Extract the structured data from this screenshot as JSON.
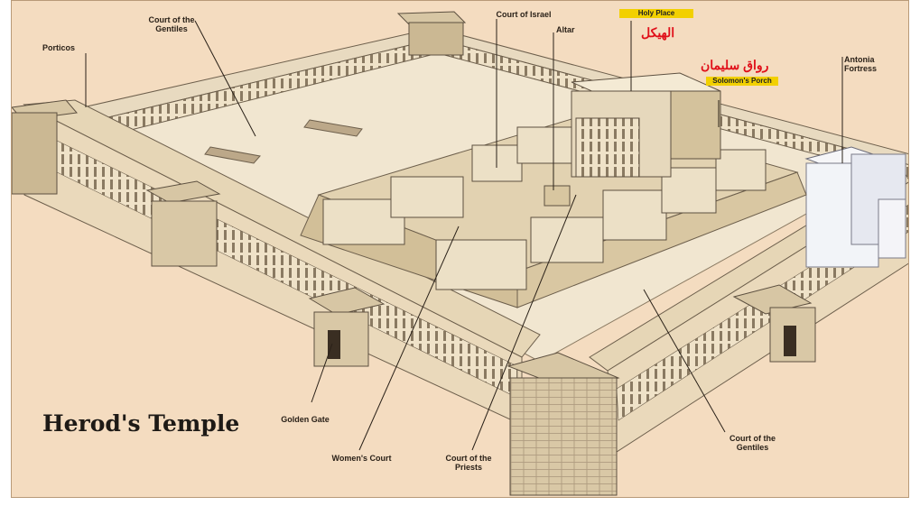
{
  "title": "Herod's Temple",
  "labels": {
    "porticos": "Porticos",
    "court_gentiles_top": "Court of the Gentiles",
    "court_israel": "Court of Israel",
    "altar": "Altar",
    "holy_place": "Holy Place",
    "holy_place_ar": "الهيكل",
    "solomons_porch_ar": "رواق سليمان",
    "solomons_porch": "Solomon's Porch",
    "antonia": "Antonia Fortress",
    "golden_gate": "Golden Gate",
    "womens_court": "Women's Court",
    "court_priests": "Court of the Priests",
    "court_gentiles_bottom": "Court of the Gentiles"
  },
  "colors": {
    "background": "#f4dcc0",
    "highlight": "#f2d000",
    "arabic_text": "#e0101a"
  }
}
